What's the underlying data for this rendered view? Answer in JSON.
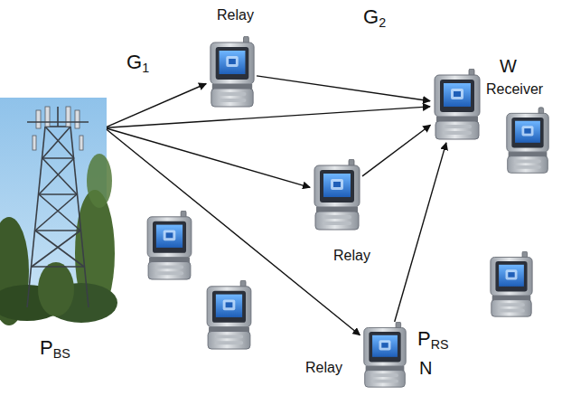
{
  "diagram": {
    "nodes": [
      {
        "text": [
          "PBS"
        ]
      },
      {
        "text": [
          "Relay"
        ]
      },
      {
        "text": [
          "Receiver"
        ]
      },
      {
        "text": [
          "Relay"
        ]
      },
      {
        "text": [
          "Relay"
        ]
      }
    ],
    "edges": [
      {
        "from": 0,
        "to": 1,
        "arrow": "to"
      },
      {
        "from": 0,
        "to": 2,
        "arrow": "to"
      },
      {
        "from": 0,
        "to": 3,
        "arrow": "to"
      },
      {
        "from": 0,
        "to": 4,
        "arrow": "to"
      },
      {
        "from": 1,
        "to": 2,
        "arrow": "to"
      },
      {
        "from": 3,
        "to": 2,
        "arrow": "to"
      },
      {
        "from": 4,
        "to": 2,
        "arrow": "to"
      }
    ],
    "labels": [
      "G1",
      "G2",
      "W",
      "PRS",
      "N"
    ]
  }
}
